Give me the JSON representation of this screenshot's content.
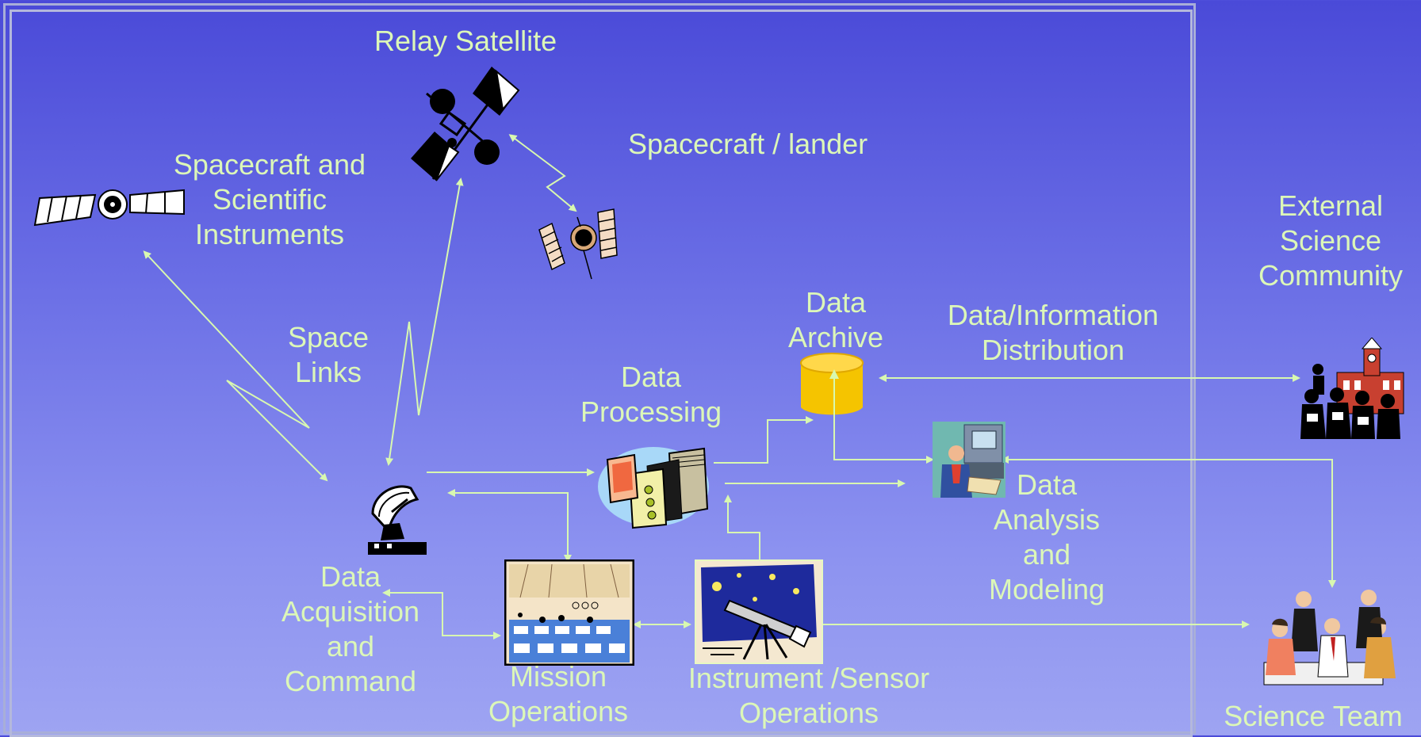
{
  "labels": {
    "relay_satellite": "Relay Satellite",
    "spacecraft_lander": "Spacecraft / lander",
    "spacecraft_instruments": [
      "Spacecraft and",
      "Scientific",
      "Instruments"
    ],
    "external_community": [
      "External",
      "Science",
      "Community"
    ],
    "space_links": [
      "Space",
      "Links"
    ],
    "data_archive": [
      "Data",
      "Archive"
    ],
    "data_distribution": [
      "Data/Information",
      "Distribution"
    ],
    "data_processing": [
      "Data",
      "Processing"
    ],
    "data_analysis": [
      "Data",
      "Analysis",
      "and",
      "Modeling"
    ],
    "data_acquisition": [
      "Data",
      "Acquisition",
      "and",
      "Command"
    ],
    "mission_operations": [
      "Mission",
      "Operations"
    ],
    "instrument_operations": [
      "Instrument /Sensor",
      "Operations"
    ],
    "science_team": "Science Team"
  },
  "colors": {
    "label": "#dcf7b8",
    "arrow": "#d8f8b0",
    "archive": "#f5c400"
  }
}
